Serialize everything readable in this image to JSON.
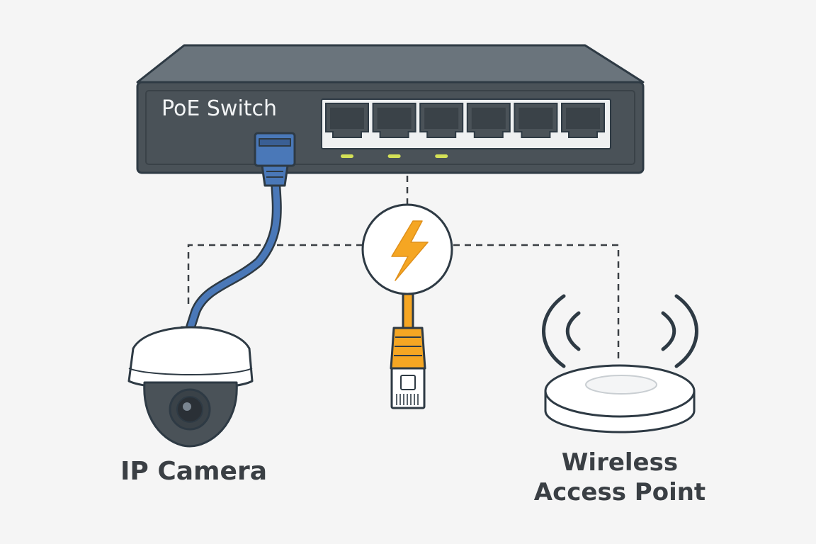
{
  "diagram": {
    "switch": {
      "label": "PoE Switch",
      "port_count": 6,
      "active_led_count": 3
    },
    "camera": {
      "label": "IP Camera"
    },
    "access_point": {
      "label_line1": "Wireless",
      "label_line2": "Access Point"
    },
    "power_icon": "lightning-bolt-icon"
  },
  "colors": {
    "background": "#f5f5f5",
    "switch_body": "#4a5258",
    "cable_blue": "#4a78b8",
    "cable_orange": "#f5a623",
    "bolt": "#f5a623",
    "led": "#d4e157",
    "text": "#3a3f44"
  }
}
